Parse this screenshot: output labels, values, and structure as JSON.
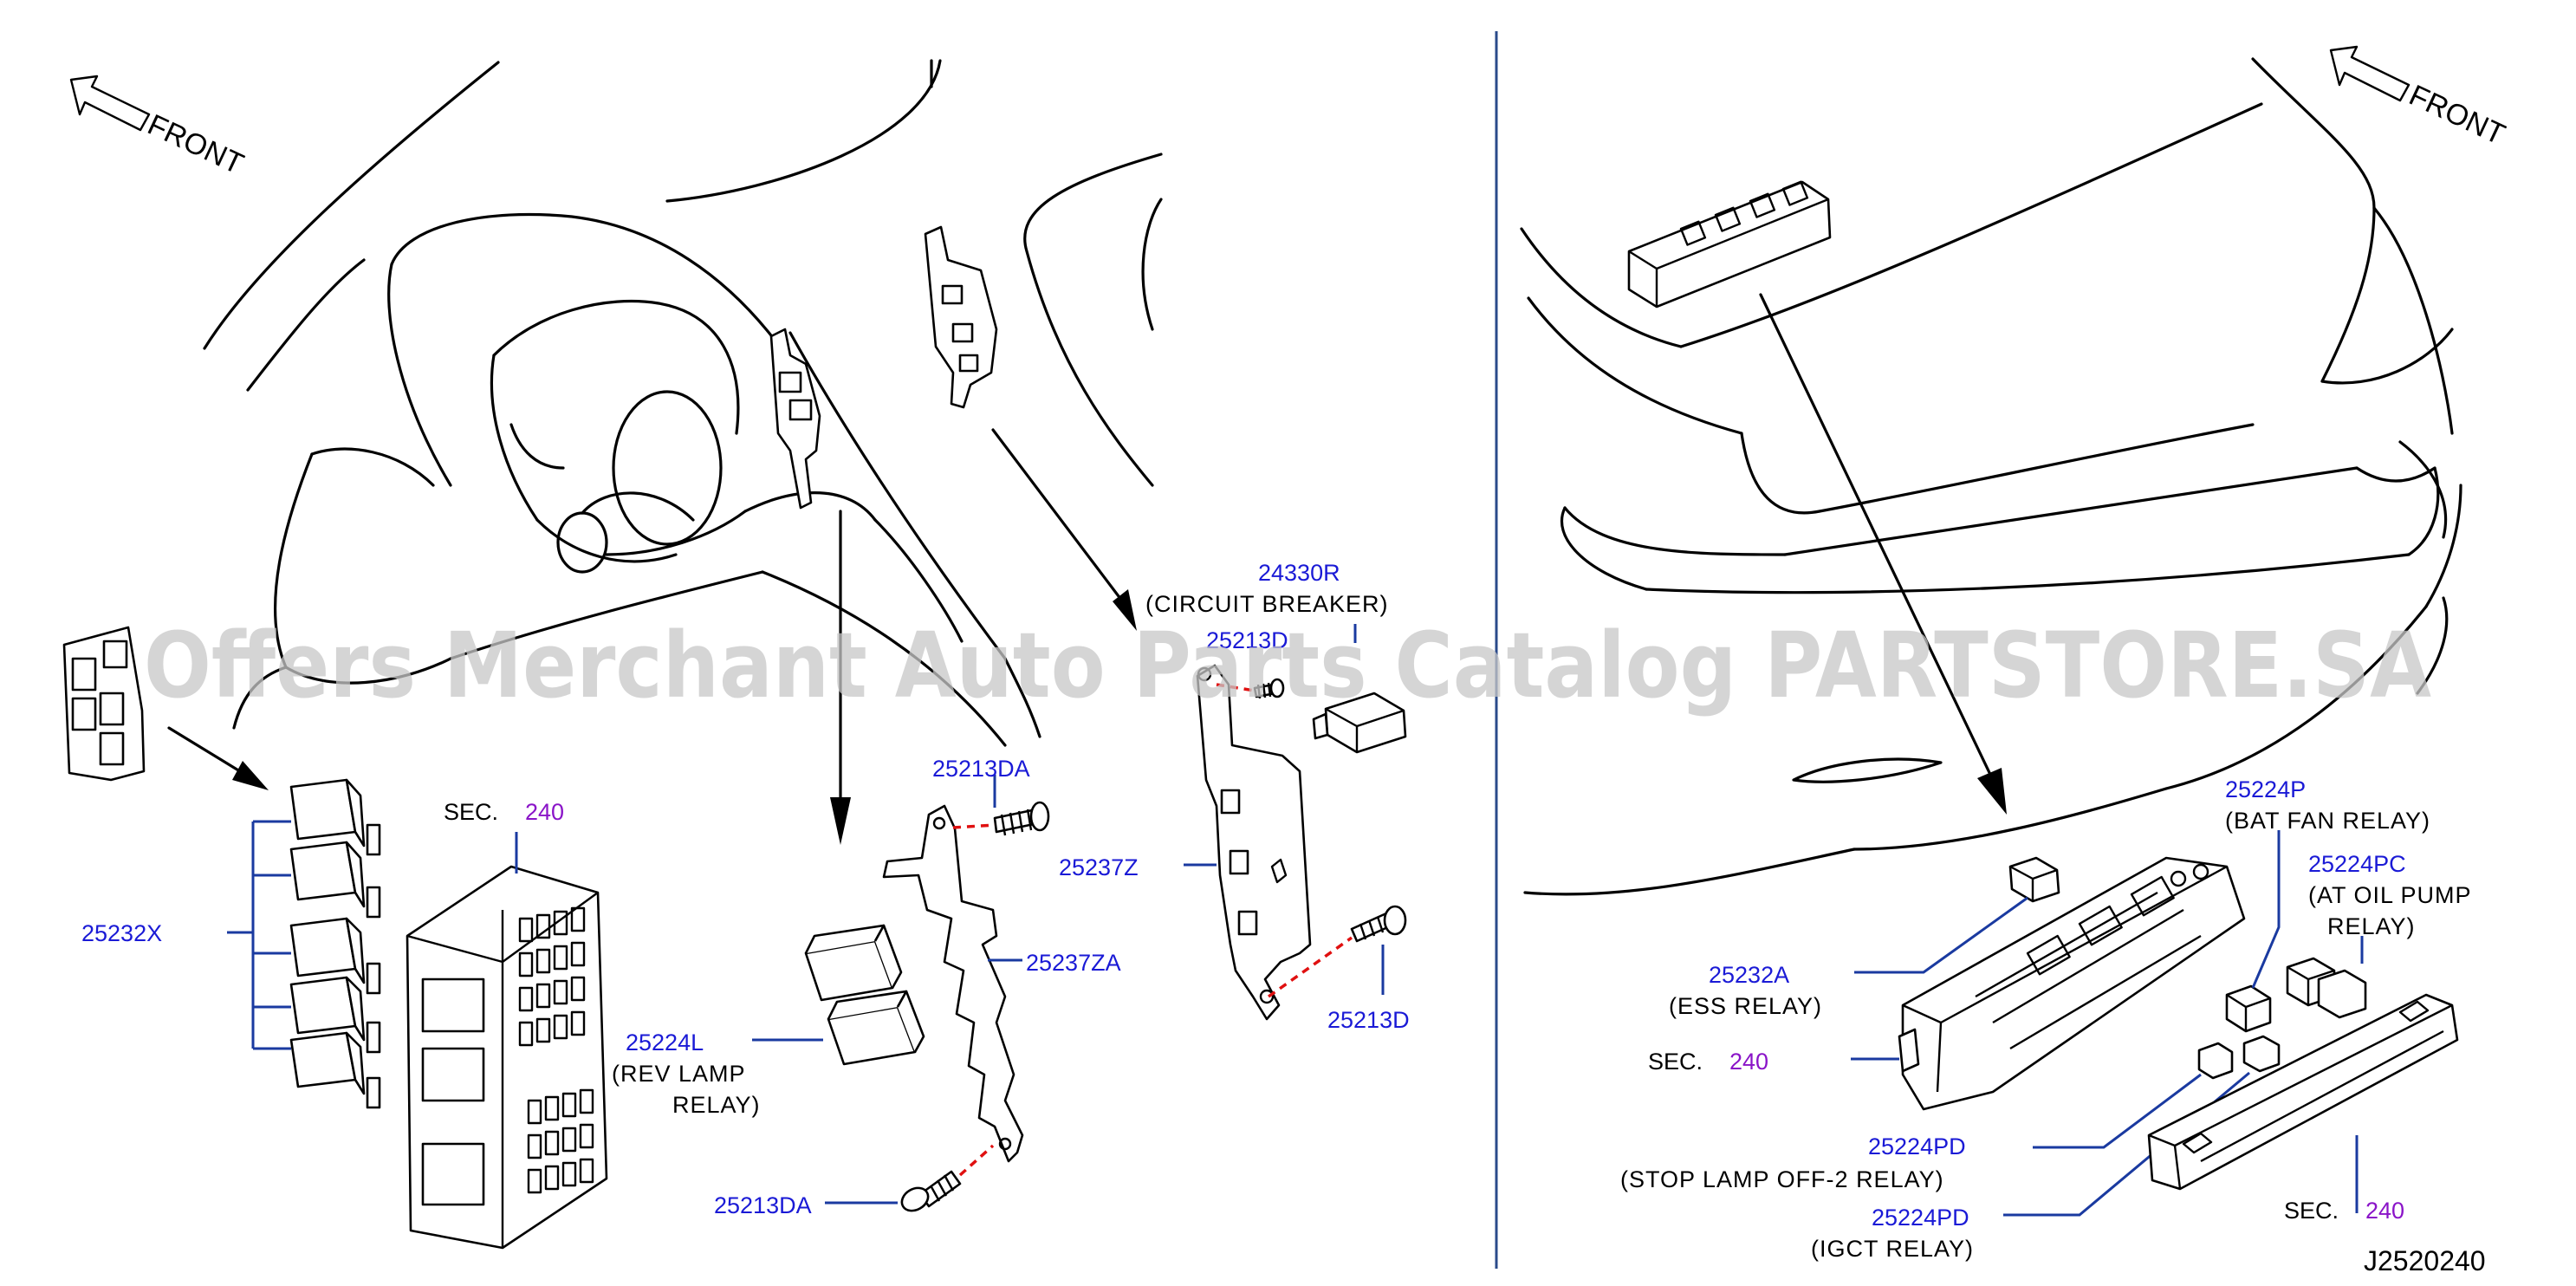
{
  "diagram": {
    "front_labels": [
      "FRONT",
      "FRONT"
    ],
    "watermark": "Offers Merchant Auto Parts Catalog PARTSTORE.SA",
    "drawing_code": "J2520240",
    "parts": {
      "p_24330R": {
        "number": "24330R",
        "caption": "(CIRCUIT   BREAKER)"
      },
      "p_25213D_top": {
        "number": "25213D"
      },
      "p_25213D_bottom": {
        "number": "25213D"
      },
      "p_25213DA_top": {
        "number": "25213DA"
      },
      "p_25213DA_bottom": {
        "number": "25213DA"
      },
      "p_25237Z": {
        "number": "25237Z"
      },
      "p_25237ZA": {
        "number": "25237ZA"
      },
      "p_25224L": {
        "number": "25224L",
        "caption_1": "(REV   LAMP",
        "caption_2": "RELAY)"
      },
      "p_25232X": {
        "number": "25232X"
      },
      "p_25224P": {
        "number": "25224P",
        "caption": "(BAT   FAN   RELAY)"
      },
      "p_25224PC": {
        "number": "25224PC",
        "caption_1": "(AT   OIL   PUMP",
        "caption_2": "RELAY)"
      },
      "p_25232A": {
        "number": "25232A",
        "caption": "(ESS   RELAY)"
      },
      "p_25224PD_stop": {
        "number": "25224PD",
        "caption": "(STOP   LAMP   OFF-2   RELAY)"
      },
      "p_25224PD_igct": {
        "number": "25224PD",
        "caption": "(IGCT   RELAY)"
      }
    },
    "sections": {
      "sec_left": {
        "prefix": "SEC.",
        "number": "240"
      },
      "sec_right_mid": {
        "prefix": "SEC.",
        "number": "240"
      },
      "sec_right_bottom": {
        "prefix": "SEC.",
        "number": "240"
      }
    }
  }
}
